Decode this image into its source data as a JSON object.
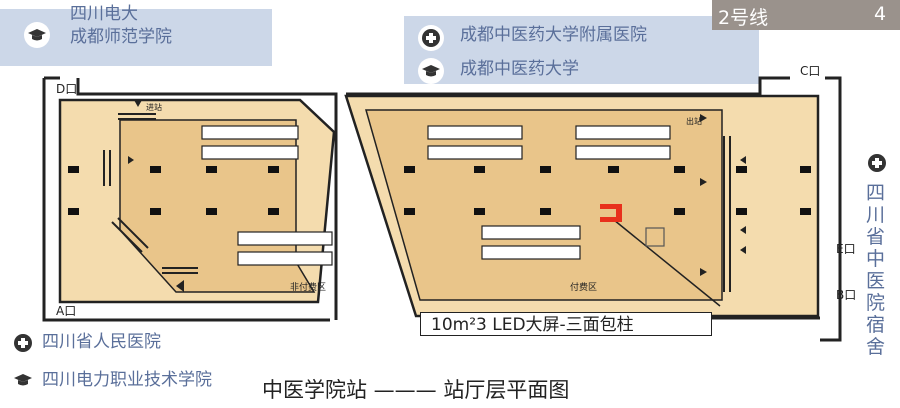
{
  "top_left_labels": [
    "四川电大",
    "成都师范学院"
  ],
  "top_center_labels": [
    "成都中医药大学附属医院",
    "成都中医药大学"
  ],
  "line_badge": {
    "line": "2号线",
    "next": "4号"
  },
  "bottom_left_labels": [
    "四川省人民医院",
    "四川电力职业技术学院"
  ],
  "right_vertical_label": "四川省中医院宿舍",
  "exits": {
    "d": "D口",
    "c": "C口",
    "e": "E口",
    "b": "B口",
    "a": "A口"
  },
  "hall_labels": {
    "nonpaid": "非付费区",
    "paid": "付费区"
  },
  "gate_label": "进站",
  "exit_gate_label": "出站",
  "led_label": "10m²3 LED大屏-三面包柱",
  "map_title": "中医学院站 ——— 站厅层平面图",
  "colors": {
    "platform": "#f4dcae",
    "outline": "#222222",
    "label_blue": "#5a6f9a",
    "label_box": "#ccd7e8",
    "led_red": "#e8301c",
    "line_badge": "#9a928c"
  }
}
